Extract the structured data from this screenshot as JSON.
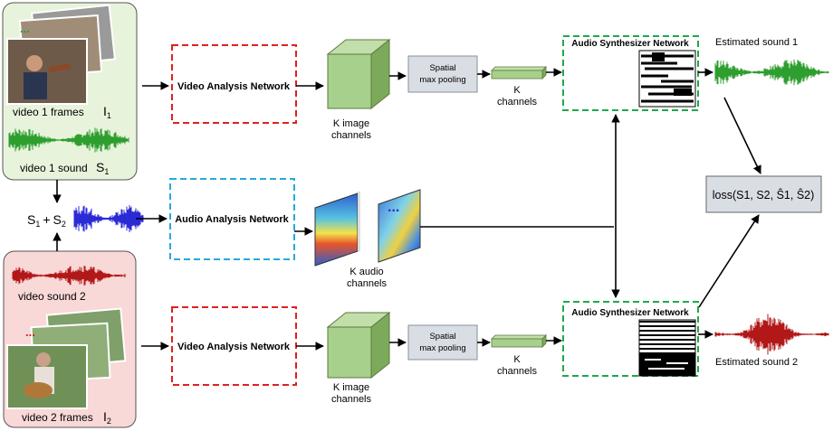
{
  "video1": {
    "frames_label": "video 1 frames",
    "frames_symbol": "I",
    "frames_sub": "1",
    "sound_label": "video 1 sound",
    "sound_symbol": "S",
    "sound_sub": "1",
    "frames_dots": "..."
  },
  "video2": {
    "sound_label": "video sound 2",
    "frames_label": "video 2 frames",
    "frames_symbol": "I",
    "frames_sub": "2",
    "frames_dots": "..."
  },
  "mixture": {
    "s": "S",
    "sub1": "1",
    "plus": "+",
    "sub2": "2"
  },
  "networks": {
    "video_analysis_top": "Video Analysis Network",
    "audio_analysis": "Audio Analysis Network",
    "video_analysis_bottom": "Video Analysis Network",
    "audio_synth_top": "Audio Synthesizer Network",
    "audio_synth_bottom": "Audio Synthesizer Network"
  },
  "labels": {
    "k_image_top_1": "K image",
    "k_image_top_2": "channels",
    "k_image_bottom_1": "K image",
    "k_image_bottom_2": "channels",
    "pool_top_1": "Spatial",
    "pool_top_2": "max pooling",
    "pool_bottom_1": "Spatial",
    "pool_bottom_2": "max pooling",
    "k_ch_top_1": "K",
    "k_ch_top_2": "channels",
    "k_ch_bottom_1": "K",
    "k_ch_bottom_2": "channels",
    "k_audio_1": "K audio",
    "k_audio_2": "channels",
    "spec_dots": "..."
  },
  "outputs": {
    "est1": "Estimated sound 1",
    "est2": "Estimated sound 2",
    "loss": "loss(S1, S2, Ŝ1, Ŝ2)"
  },
  "colors": {
    "green_panel": "#e8f3dc",
    "red_panel": "#f9d8d8",
    "wave_green": "#2e9e2e",
    "wave_blue": "#2b2bd6",
    "wave_red": "#b21818",
    "red_dash": "#e02020",
    "blue_dash": "#29a8dc",
    "green_dash": "#1fa84a",
    "cube_front": "#a8d08d",
    "cube_side": "#7daa5a",
    "pool_box": "#d9dde4"
  }
}
